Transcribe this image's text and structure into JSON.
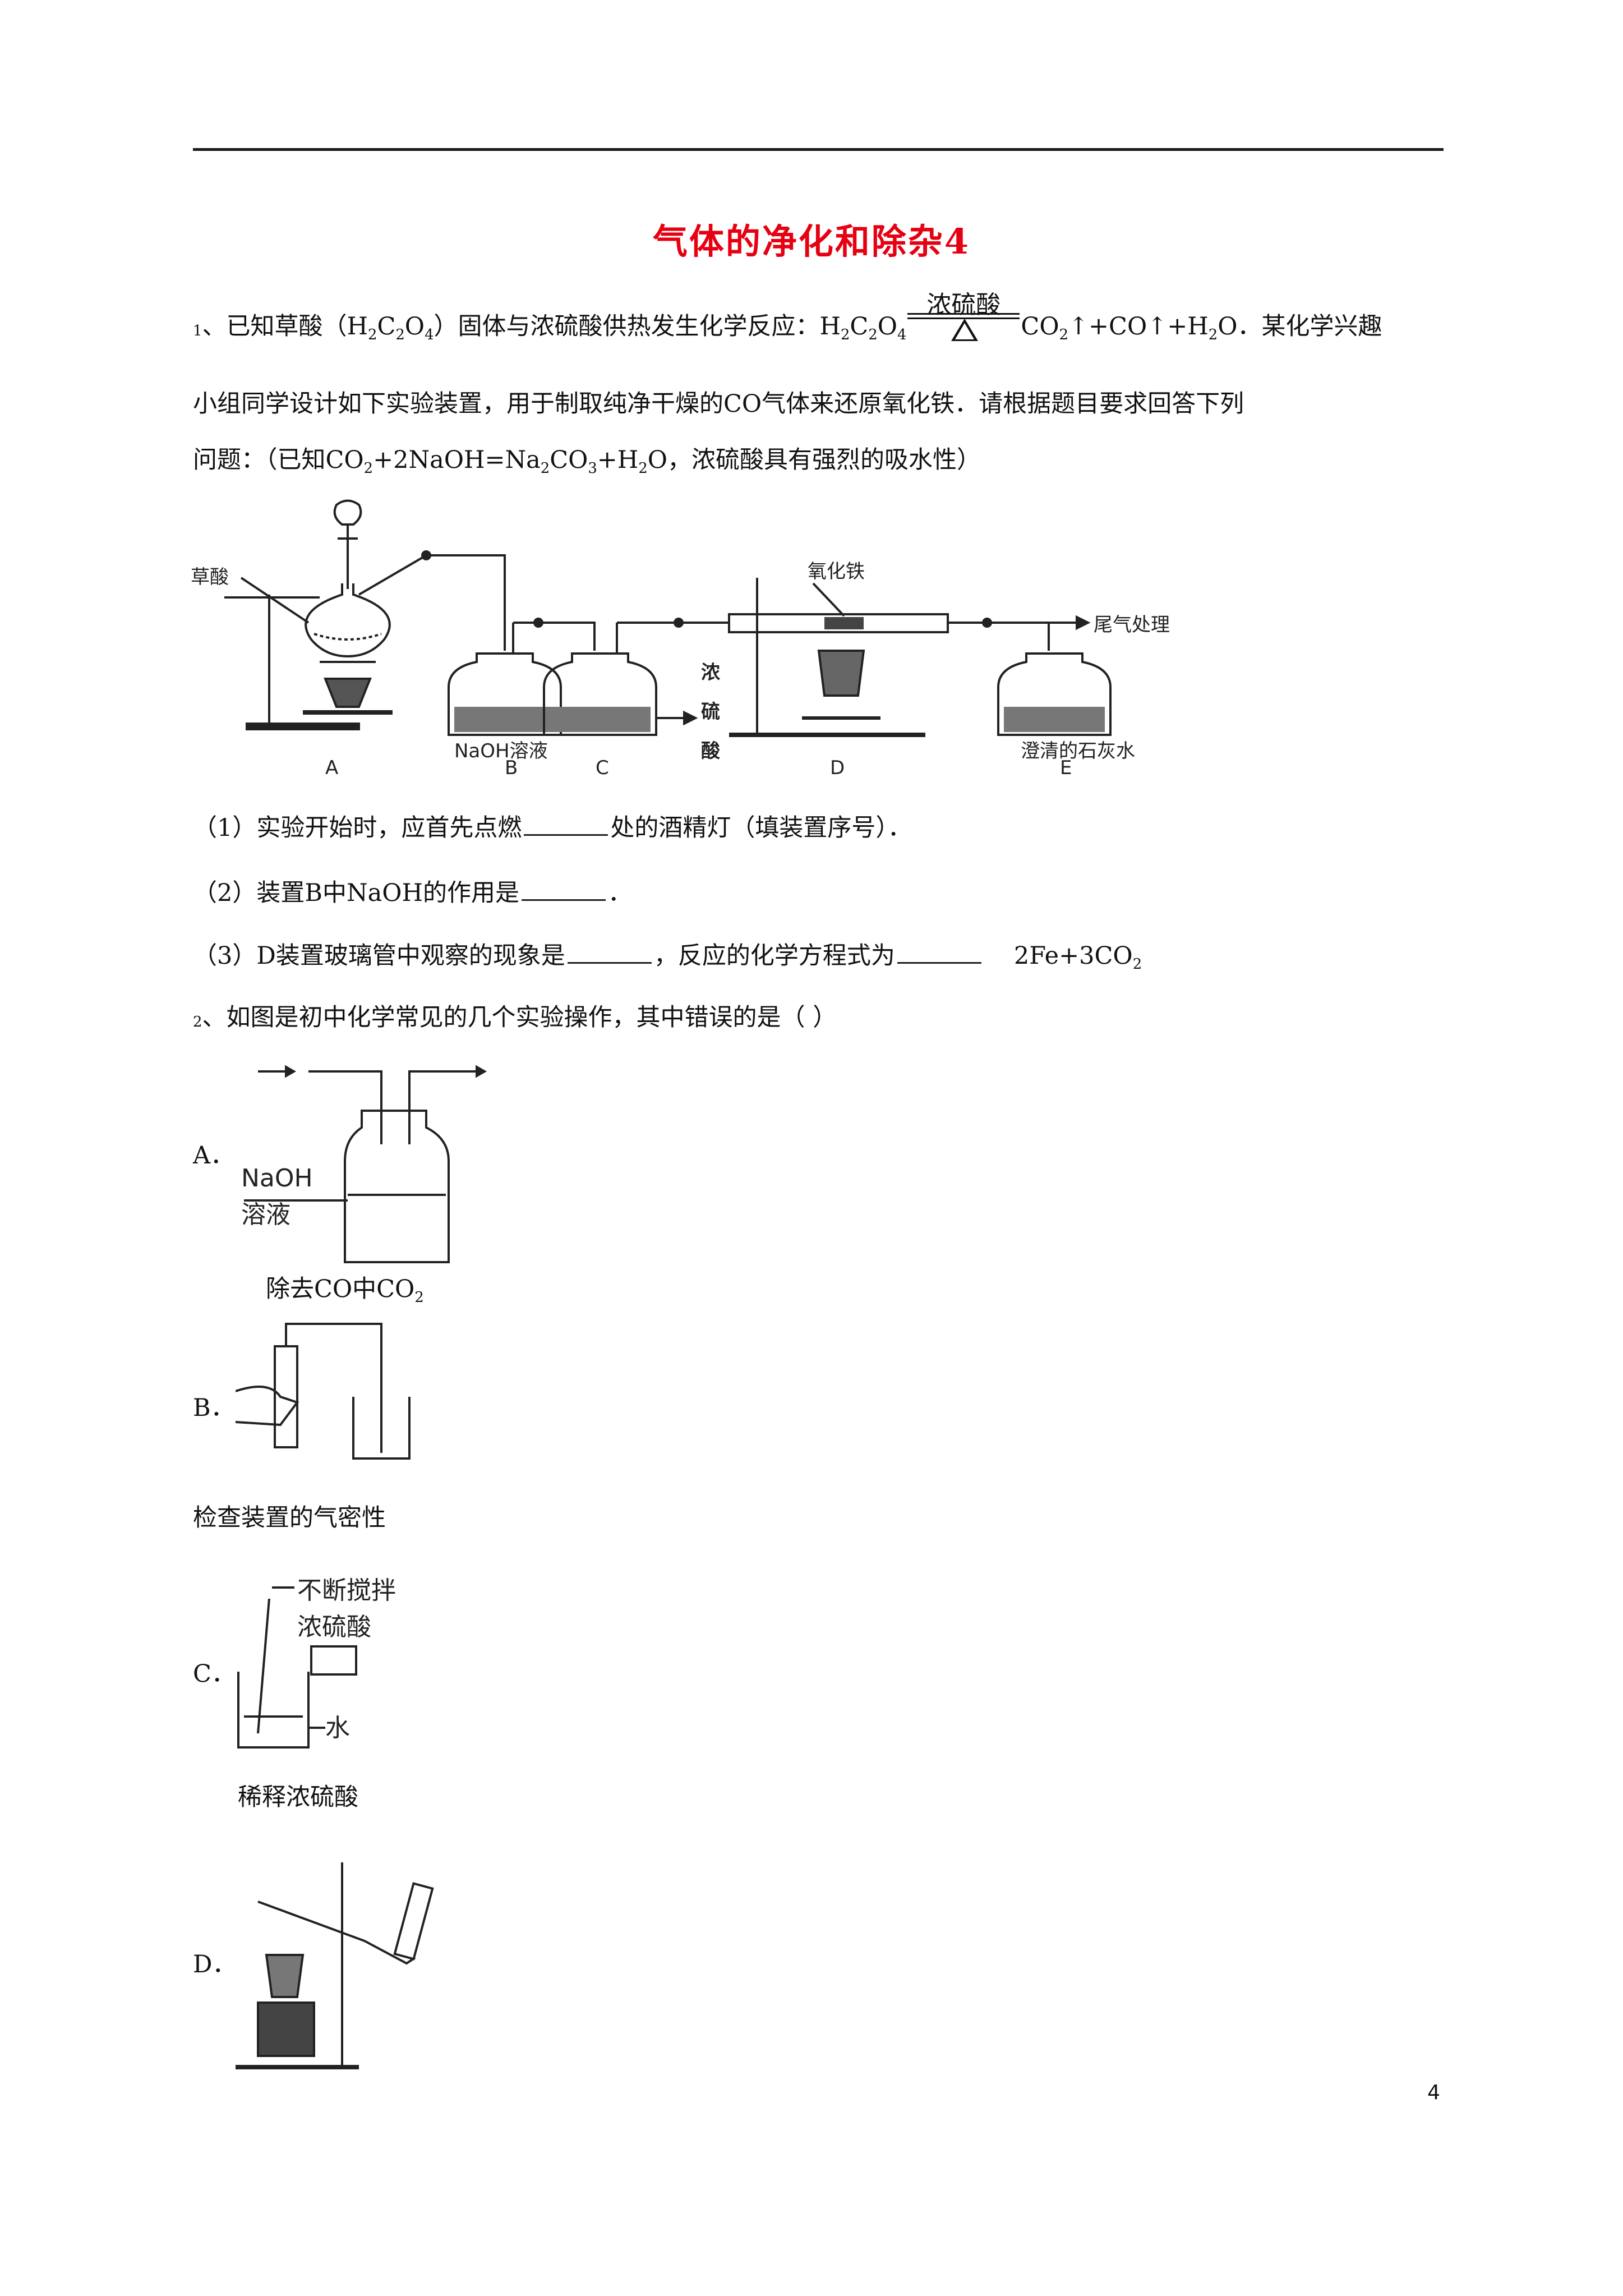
{
  "title": "气体的净化和除杂4",
  "page_number": "4",
  "q1": {
    "num": "1",
    "line1_a": "、已知草酸（H",
    "line1_b": "C",
    "line1_c": "O",
    "line1_d": "）固体与浓硫酸供热发生化学反应：H",
    "line1_e": "C",
    "line1_f": "O",
    "cond_top": "浓硫酸",
    "line1_g": "CO",
    "line1_h": "↑+CO↑+H",
    "line1_i": "O．某化学兴趣",
    "sub2": "2",
    "sub4": "4",
    "line2": "小组同学设计如下实验装置，用于制取纯净干燥的CO气体来还原氧化铁．请根据题目要求回答下列",
    "line3_a": "问题：（已知CO",
    "line3_b": "+2NaOH=Na",
    "line3_c": "CO",
    "line3_d": "+H",
    "line3_e": "O，浓硫酸具有强烈的吸水性）",
    "sub3": "3",
    "figure": {
      "label_caosuan": "草酸",
      "label_fe2o3": "氧化铁",
      "label_tail": "尾气处理",
      "label_naoh": "NaOH溶液",
      "label_c1": "浓",
      "label_c2": "硫",
      "label_c3": "酸",
      "label_lime": "澄清的石灰水",
      "A": "A",
      "B": "B",
      "C": "C",
      "D": "D",
      "E": "E"
    },
    "sub1": "（1）实验开始时，应首先点燃",
    "sub1_end": "处的酒精灯（填装置序号）．",
    "sub2q": "（2）装置B中NaOH的作用是",
    "sub2_end": "．",
    "sub3q": "（3）D装置玻璃管中观察的现象是",
    "sub3_mid": "，反应的化学方程式为",
    "sub3_tail": "2Fe+3CO"
  },
  "q2": {
    "num": "2",
    "stem": "、如图是初中化学常见的几个实验操作，其中错误的是（   ）",
    "A": {
      "letter": "A．",
      "fig_label1": "NaOH",
      "fig_label2": "溶液",
      "caption_a": "除去CO中CO",
      "caption_sub": "2"
    },
    "B": {
      "letter": "B．",
      "caption": "检查装置的气密性"
    },
    "C": {
      "letter": "C．",
      "fig_label1": "不断搅拌",
      "fig_label2": "浓硫酸",
      "fig_label3": "水",
      "caption": "稀释浓硫酸"
    },
    "D": {
      "letter": "D．"
    }
  }
}
